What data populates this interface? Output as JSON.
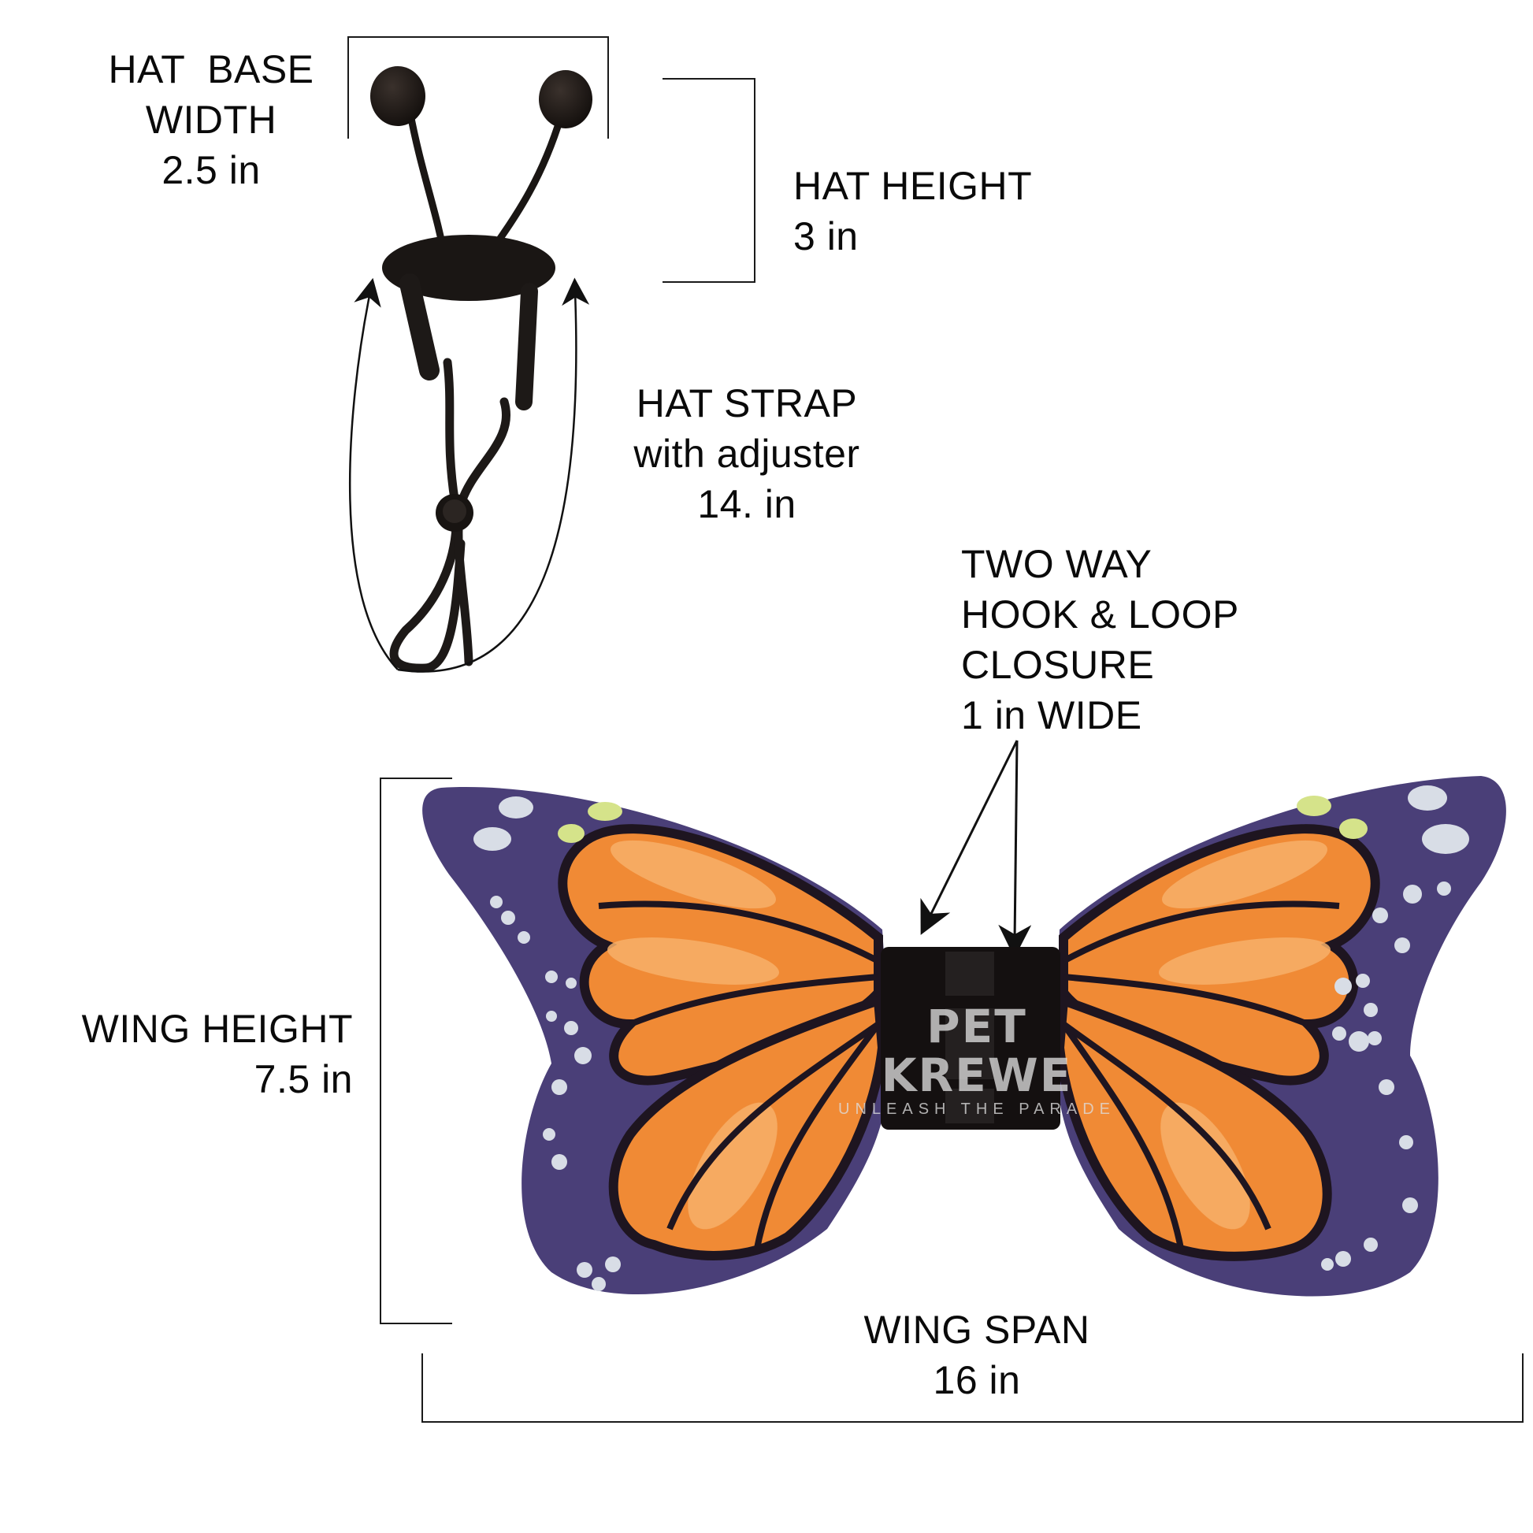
{
  "labels": {
    "hat_base_width": {
      "line1": "HAT  BASE",
      "line2": "WIDTH",
      "value": "2.5 in"
    },
    "hat_height": {
      "line1": "HAT HEIGHT",
      "value": "3 in"
    },
    "hat_strap": {
      "line1": "HAT STRAP",
      "line2": "with adjuster",
      "value": "14. in"
    },
    "closure": {
      "line1": "TWO WAY",
      "line2": "HOOK & LOOP",
      "line3": "CLOSURE",
      "line4": "1 in WIDE"
    },
    "wing_height": {
      "line1": "WING HEIGHT",
      "value": "7.5 in"
    },
    "wing_span": {
      "line1": "WING SPAN",
      "value": "16 in"
    }
  },
  "watermark": {
    "brand": "PET KREWE",
    "tagline": "UNLEASH THE PARADE"
  },
  "colors": {
    "wing_purple": "#4a3f78",
    "wing_orange": "#f08a35",
    "wing_light_orange": "#f7b06a",
    "vein_black": "#1e1520",
    "dot_white": "#d8dde6",
    "dot_lime": "#d5e38a",
    "hat_black": "#1a1614"
  }
}
